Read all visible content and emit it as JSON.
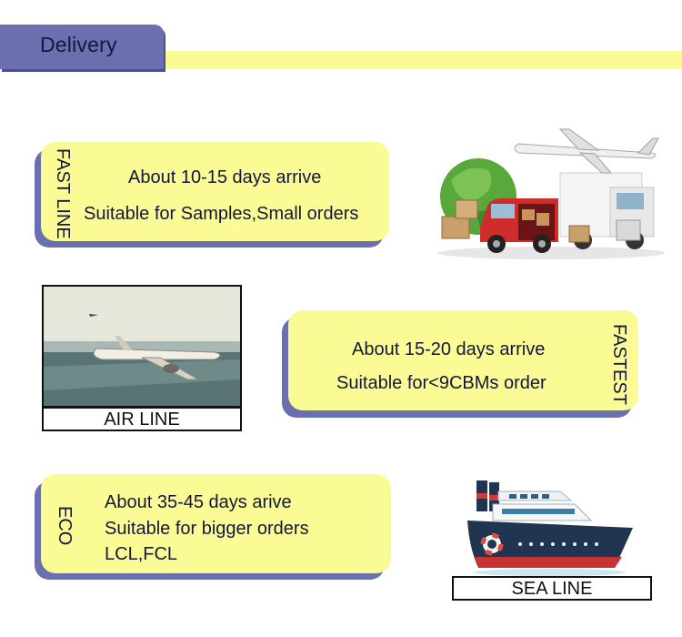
{
  "header": {
    "title": "Delivery"
  },
  "fast_line": {
    "tag": "FAST LINE",
    "lines": [
      "About 10-15 days arrive",
      "Suitable for Samples,Small orders"
    ]
  },
  "air_line": {
    "caption": "AIR LINE",
    "tag": "FASTEST",
    "lines": [
      "About 15-20 days arrive",
      "Suitable for<9CBMs order"
    ]
  },
  "sea_line": {
    "tag": "ECO",
    "lines": [
      "About 35-45 days arive",
      "Suitable for bigger orders",
      "LCL,FCL"
    ],
    "caption": "SEA LINE"
  },
  "colors": {
    "card": "#fbfb96",
    "accent": "#6a6fb0"
  },
  "icons": [
    "truck-globe-plane-illustration",
    "airplane-runway-photo",
    "cargo-ship-illustration"
  ]
}
